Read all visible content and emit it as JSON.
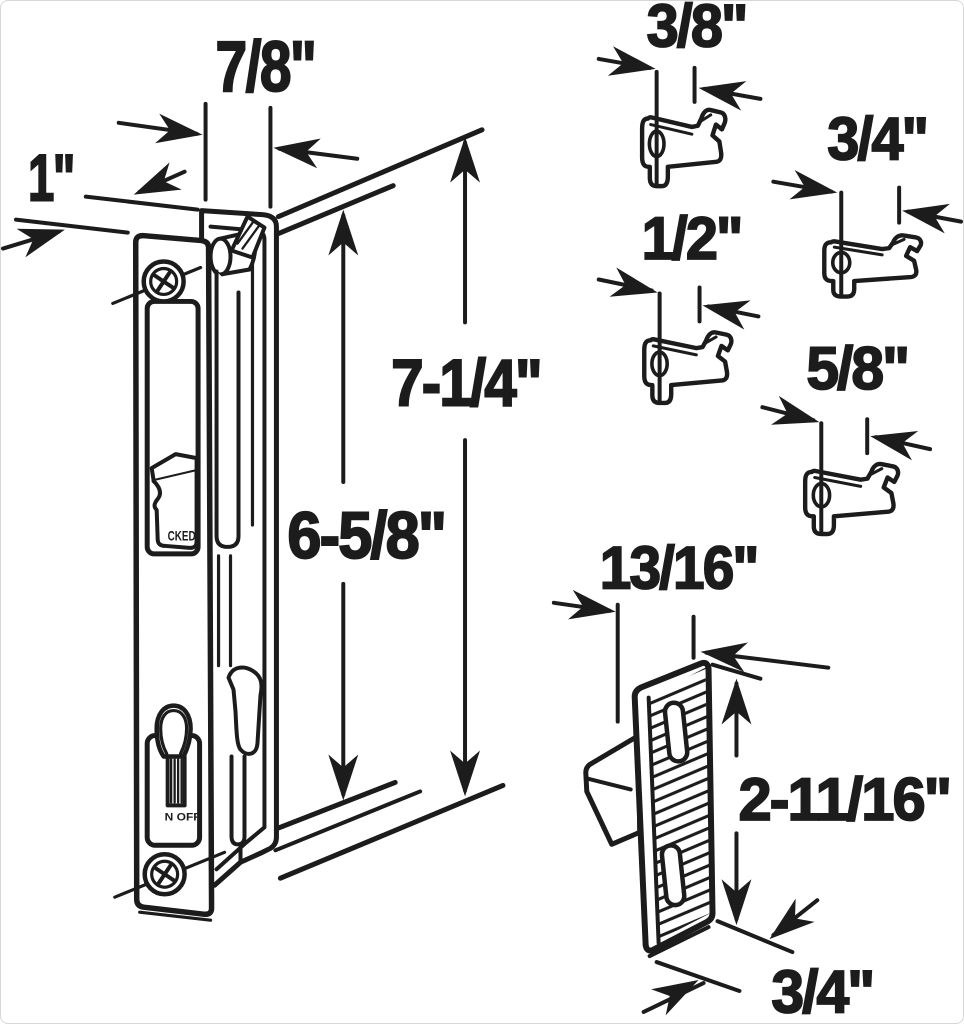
{
  "dimensions": {
    "lock_body": {
      "width": "7/8\"",
      "depth": "1\"",
      "overall_height": "7-1/4\"",
      "faceplate_height": "6-5/8\""
    },
    "hook_variants": [
      "3/8\"",
      "3/4\"",
      "1/2\"",
      "5/8\""
    ],
    "keeper": {
      "width": "13/16\"",
      "height": "2-11/16\"",
      "depth": "3/4\""
    }
  },
  "engravings": {
    "lock_status": "CKED",
    "switch": "N OFF"
  },
  "colors": {
    "ink": "#1c1c1c",
    "paper": "#ffffff"
  }
}
